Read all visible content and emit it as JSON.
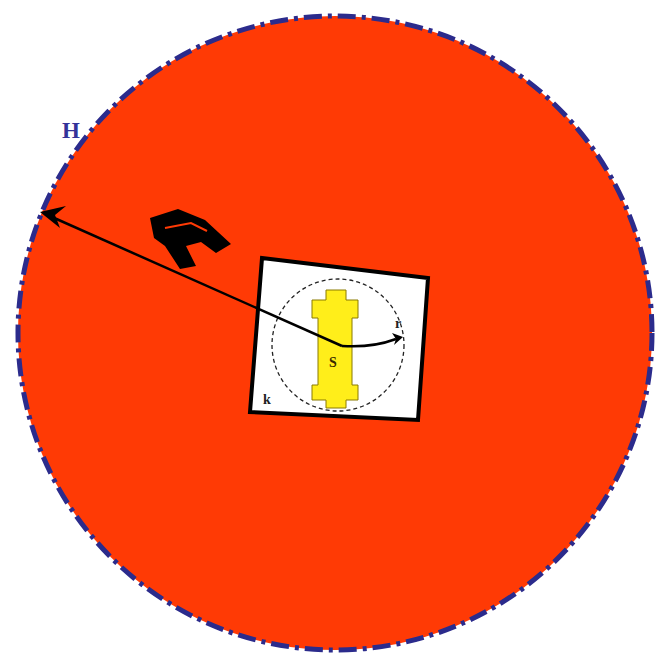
{
  "diagram": {
    "nodes": [
      {
        "text": [
          "H"
        ]
      },
      {
        "text": [
          "k"
        ],
        "in": 0
      },
      {
        "text": [
          "S"
        ],
        "in": 1
      }
    ],
    "labels": [
      "r"
    ]
  }
}
